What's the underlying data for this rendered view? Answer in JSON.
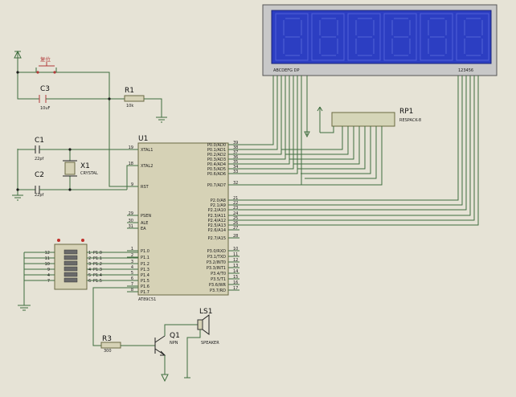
{
  "components": {
    "u1": {
      "ref": "U1",
      "part": "AT89C51",
      "left_pins": [
        {
          "num": "19",
          "name": "XTAL1"
        },
        {
          "num": "18",
          "name": "XTAL2"
        },
        {
          "num": "9",
          "name": "RST"
        },
        {
          "num": "29",
          "name": "PSEN"
        },
        {
          "num": "30",
          "name": "ALE"
        },
        {
          "num": "31",
          "name": "EA"
        },
        {
          "num": "1",
          "name": "P1.0"
        },
        {
          "num": "2",
          "name": "P1.1"
        },
        {
          "num": "3",
          "name": "P1.2"
        },
        {
          "num": "4",
          "name": "P1.3"
        },
        {
          "num": "5",
          "name": "P1.4"
        },
        {
          "num": "6",
          "name": "P1.5"
        },
        {
          "num": "7",
          "name": "P1.6"
        },
        {
          "num": "8",
          "name": "P1.7"
        }
      ],
      "right_pins": [
        {
          "num": "39",
          "name": "P0.0/AD0"
        },
        {
          "num": "38",
          "name": "P0.1/AD1"
        },
        {
          "num": "37",
          "name": "P0.2/AD2"
        },
        {
          "num": "36",
          "name": "P0.3/AD3"
        },
        {
          "num": "35",
          "name": "P0.4/AD4"
        },
        {
          "num": "34",
          "name": "P0.5/AD5"
        },
        {
          "num": "33",
          "name": "P0.6/AD6"
        },
        {
          "num": "32",
          "name": "P0.7/AD7"
        },
        {
          "num": "21",
          "name": "P2.0/A8"
        },
        {
          "num": "22",
          "name": "P2.1/A9"
        },
        {
          "num": "23",
          "name": "P2.2/A10"
        },
        {
          "num": "24",
          "name": "P2.3/A11"
        },
        {
          "num": "25",
          "name": "P2.4/A12"
        },
        {
          "num": "26",
          "name": "P2.5/A13"
        },
        {
          "num": "27",
          "name": "P2.6/A14"
        },
        {
          "num": "28",
          "name": "P2.7/A15"
        },
        {
          "num": "10",
          "name": "P3.0/RXD"
        },
        {
          "num": "11",
          "name": "P3.1/TXD"
        },
        {
          "num": "12",
          "name": "P3.2/INT0"
        },
        {
          "num": "13",
          "name": "P3.3/INT1"
        },
        {
          "num": "14",
          "name": "P3.4/T0"
        },
        {
          "num": "15",
          "name": "P3.5/T1"
        },
        {
          "num": "16",
          "name": "P3.6/WR"
        },
        {
          "num": "17",
          "name": "P3.7/RD"
        }
      ]
    },
    "display": {
      "segments": "ABCDEFG DP",
      "digits": "123456"
    },
    "rp1": {
      "ref": "RP1",
      "part": "RESPACK-8"
    },
    "r1": {
      "ref": "R1",
      "value": "10k"
    },
    "r3": {
      "ref": "R3",
      "value": "300"
    },
    "c1": {
      "ref": "C1",
      "value": "22pf"
    },
    "c2": {
      "ref": "C2",
      "value": "22pf"
    },
    "c3": {
      "ref": "C3",
      "value": "10uF"
    },
    "x1": {
      "ref": "X1",
      "part": "CRYSTAL"
    },
    "q1": {
      "ref": "Q1",
      "part": "NPN"
    },
    "ls1": {
      "ref": "LS1",
      "part": "SPEAKER"
    },
    "reset_button": {
      "label": "复位"
    },
    "dip_switch": {
      "left_nums": [
        "12",
        "11",
        "10",
        "9",
        "4",
        "7"
      ],
      "right_nums": [
        "1",
        "2",
        "3",
        "4",
        "5",
        "6"
      ],
      "labels": [
        "P1.0",
        "P1.1",
        "P1.2",
        "P1.3",
        "P1.4",
        "P1.5"
      ]
    }
  }
}
